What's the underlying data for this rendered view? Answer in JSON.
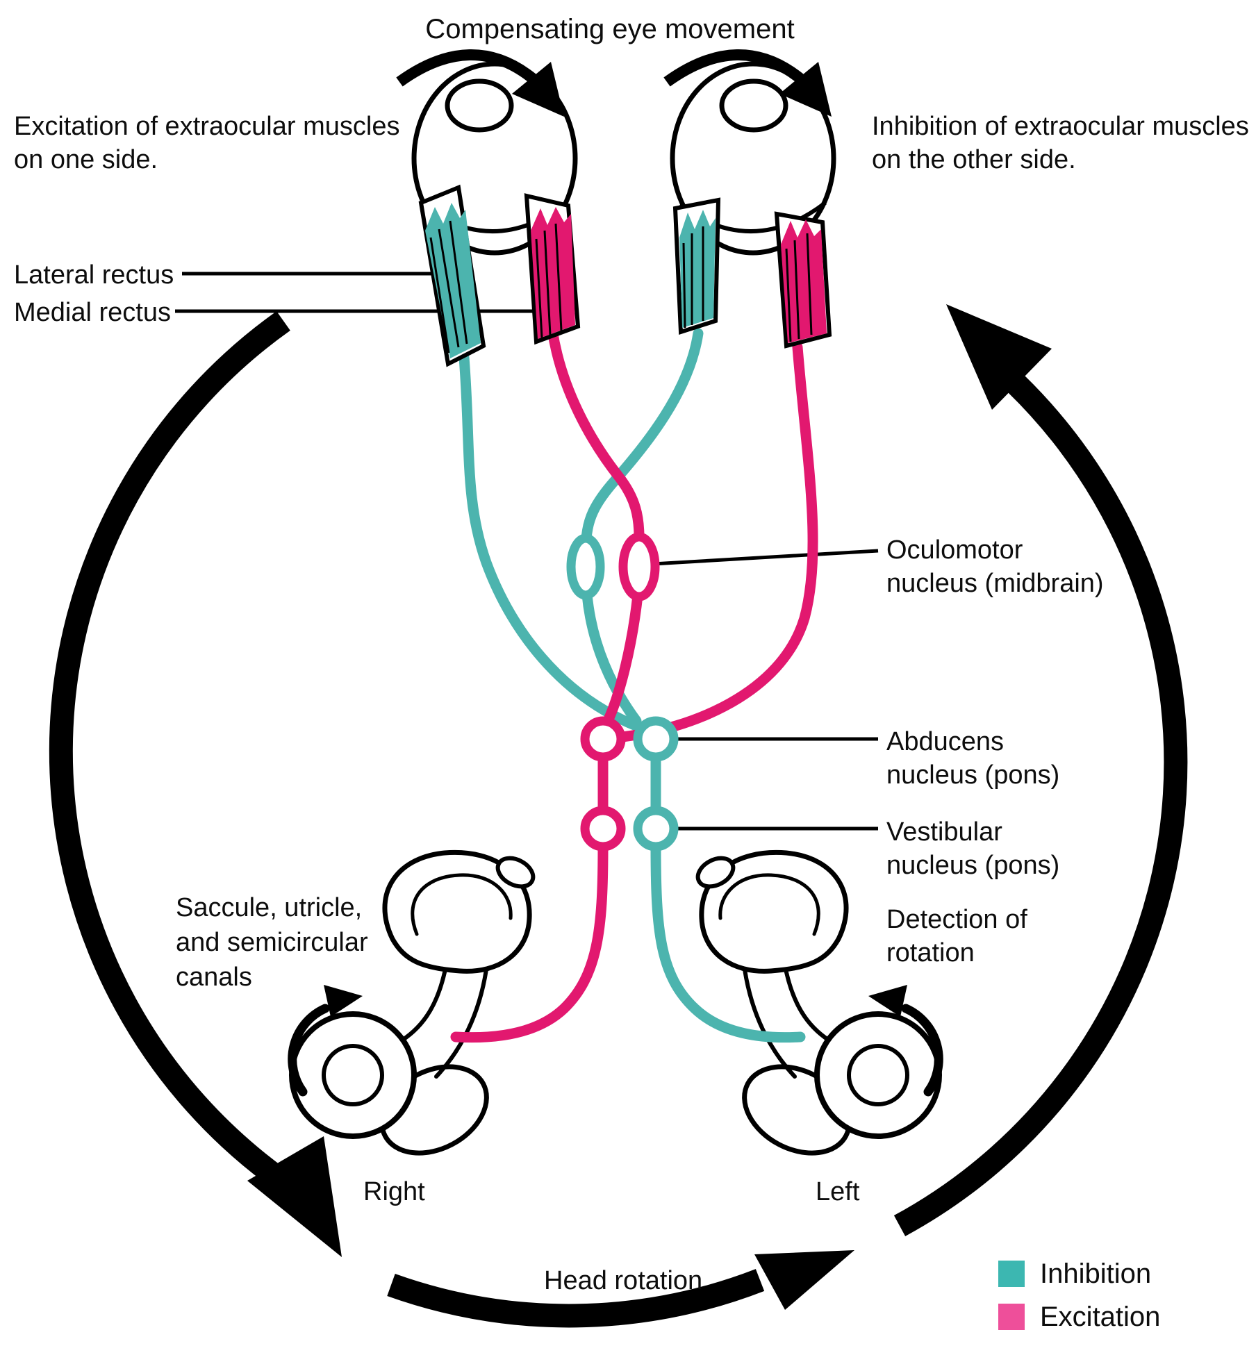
{
  "title": "Compensating eye movement",
  "notes": {
    "excitation_line1": "Excitation of extraocular muscles",
    "excitation_line2": "on one side.",
    "inhibition_line1": "Inhibition of extraocular muscles",
    "inhibition_line2": "on the other side."
  },
  "labels": {
    "lateral_rectus": "Lateral rectus",
    "medial_rectus": "Medial rectus",
    "oculomotor_line1": "Oculomotor",
    "oculomotor_line2": "nucleus (midbrain)",
    "abducens_line1": "Abducens",
    "abducens_line2": "nucleus (pons)",
    "vestibular_line1": "Vestibular",
    "vestibular_line2": "nucleus (pons)",
    "detection_line1": "Detection of",
    "detection_line2": "rotation",
    "saccule_line1": "Saccule, utricle,",
    "saccule_line2": "and semicircular",
    "saccule_line3": "canals",
    "right_ear": "Right",
    "left_ear": "Left",
    "head_rotation": "Head rotation"
  },
  "legend": {
    "items": [
      {
        "label": "Inhibition",
        "color": "#3cb7b1"
      },
      {
        "label": "Excitation",
        "color": "#ee4f9a"
      }
    ]
  },
  "colors": {
    "inhibition": "#4cb4ae",
    "excitation": "#e2186f",
    "legend-inhibition": "#3cb7b1",
    "legend-excitation": "#ee4f9a",
    "ink": "#0d0d0d"
  }
}
